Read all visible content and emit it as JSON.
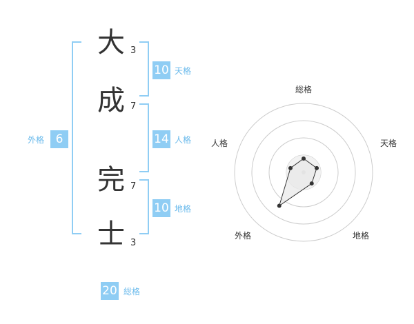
{
  "name_chars": [
    {
      "char": "大",
      "strokes": "3"
    },
    {
      "char": "成",
      "strokes": "7"
    },
    {
      "char": "完",
      "strokes": "7"
    },
    {
      "char": "士",
      "strokes": "3"
    }
  ],
  "fortunes": {
    "tenkaku": {
      "value": "10",
      "label": "天格"
    },
    "jinkaku": {
      "value": "14",
      "label": "人格"
    },
    "chikaku": {
      "value": "10",
      "label": "地格"
    },
    "gaikaku": {
      "value": "6",
      "label": "外格"
    },
    "soukaku": {
      "value": "20",
      "label": "総格"
    }
  },
  "chart_data": {
    "type": "radar",
    "axes": [
      "総格",
      "天格",
      "地格",
      "外格",
      "人格"
    ],
    "values": [
      0.2,
      0.2,
      0.2,
      0.6,
      0.2
    ],
    "rmax": 1,
    "rings": 4,
    "colors": {
      "ring": "#cccccc",
      "polygon_stroke": "#333333",
      "point": "#333333",
      "fill": "#e8e8e8"
    }
  },
  "colors": {
    "accent": "#8fcdf4",
    "accent_text": "#6cbbec",
    "text": "#333333"
  }
}
